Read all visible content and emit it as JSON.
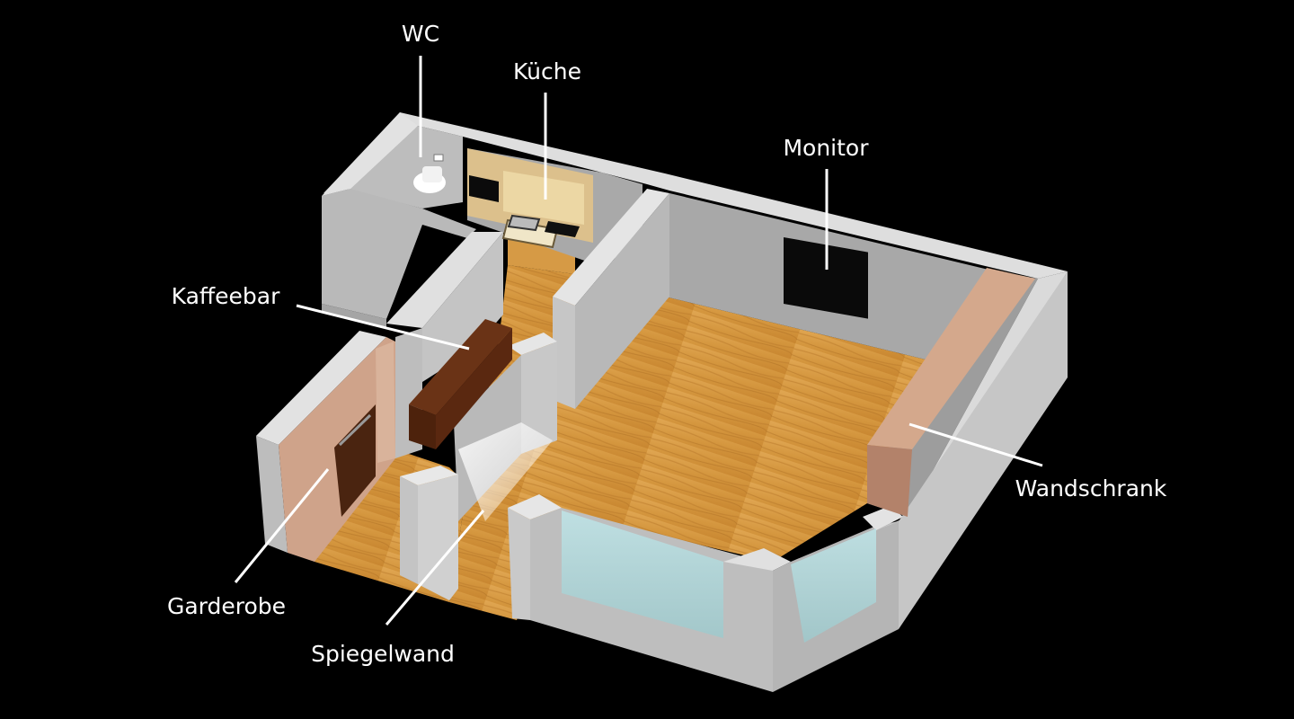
{
  "labels": {
    "wc": "WC",
    "kueche": "Küche",
    "monitor": "Monitor",
    "kaffeebar": "Kaffeebar",
    "wandschrank": "Wandschrank",
    "garderobe": "Garderobe",
    "spiegelwand": "Spiegelwand"
  },
  "colors": {
    "background": "#000000",
    "wall_top": "#d3d3d3",
    "wall_inner": "#a9a9a9",
    "wall_side": "#bcbcbc",
    "floor": "#d69a45",
    "floor_dark": "#b87a2e",
    "cabinet": "#cfa38a",
    "kitchen": "#dcc08c",
    "coffee_bar": "#5a2810",
    "glass": "#a8d4d8",
    "monitor": "#0a0a0a",
    "label_text": "#ffffff"
  }
}
